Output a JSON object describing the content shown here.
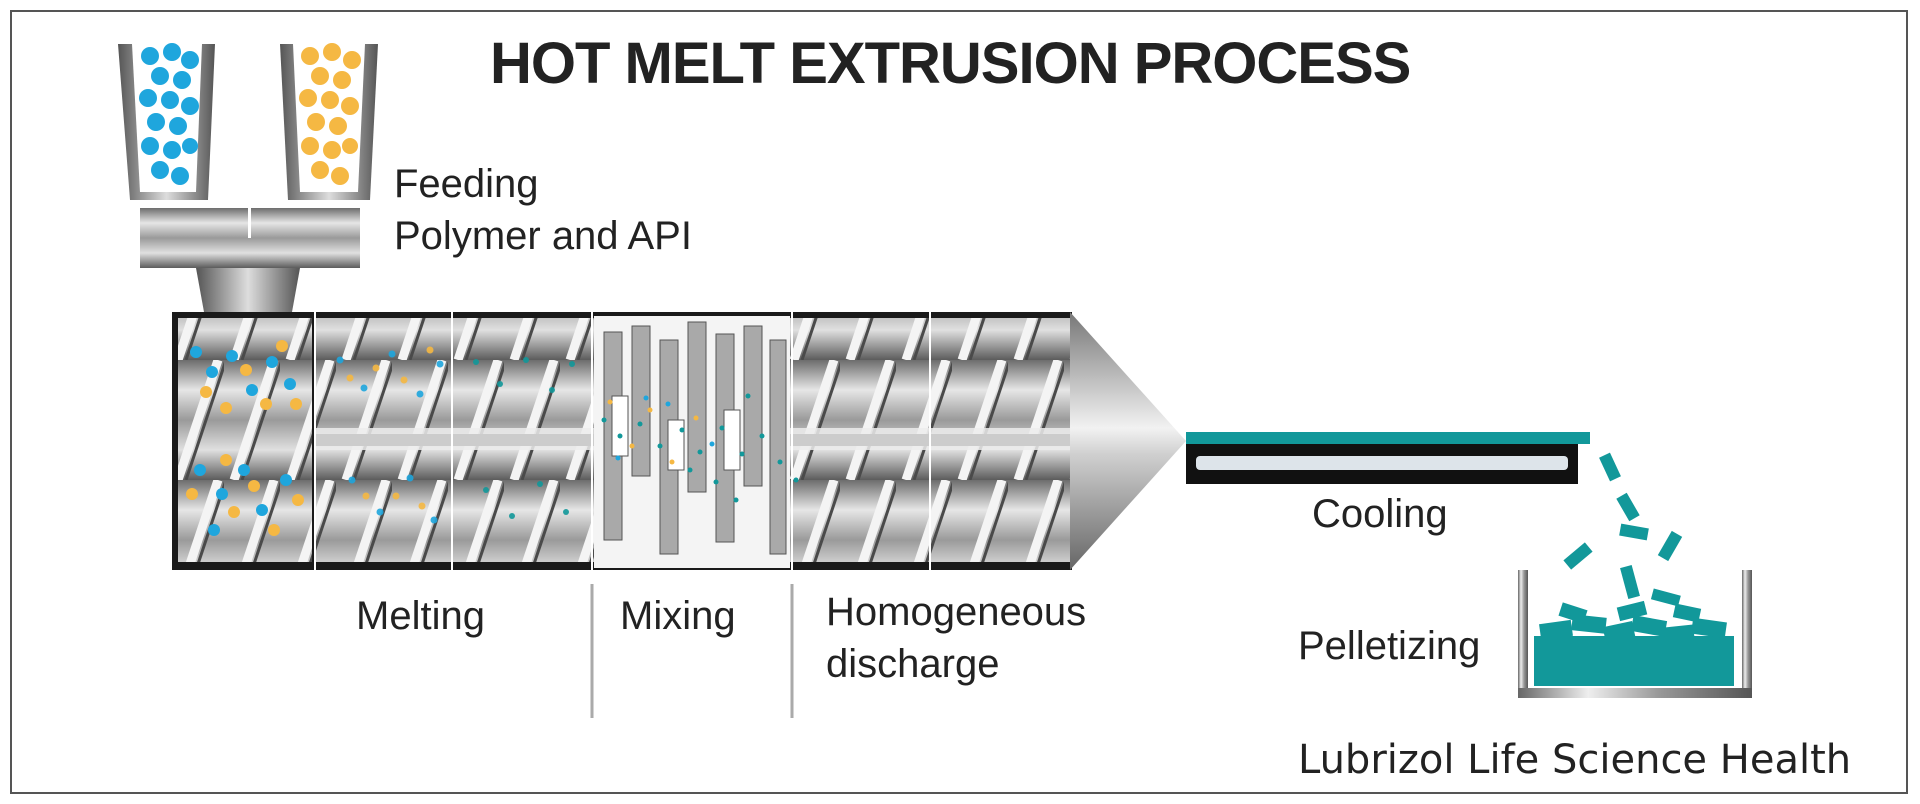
{
  "title": "HOT MELT EXTRUSION PROCESS",
  "labels": {
    "feeding": "Feeding",
    "feeding_sub": "Polymer and API",
    "melting": "Melting",
    "mixing": "Mixing",
    "homogeneous_1": "Homogeneous",
    "homogeneous_2": "discharge",
    "cooling": "Cooling",
    "pelletizing": "Pelletizing",
    "credit": "Lubrizol Life Science Health"
  },
  "colors": {
    "polymer": "#1fa6dd",
    "api": "#f5b843",
    "melt": "#12989a",
    "steel_dark": "#5a5a5a",
    "steel_light": "#d8d8d8"
  }
}
